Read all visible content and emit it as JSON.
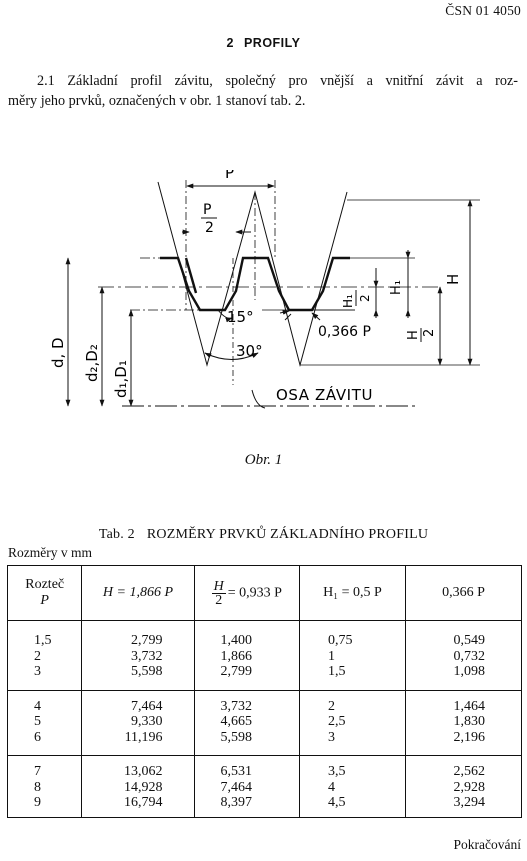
{
  "header": {
    "standard_number": "ČSN 01 4050"
  },
  "section": {
    "number": "2",
    "title": "PROFILY"
  },
  "paragraph": {
    "line1": "2.1 Základní profil závitu, společný pro vnější a vnitřní závit a roz-",
    "line2": "měry jeho prvků, označených v obr. 1 stanoví tab. 2."
  },
  "figure": {
    "labels": {
      "pitch": "P",
      "half_pitch_num": "P",
      "half_pitch_den": "2",
      "height": "H",
      "h1": "H₁",
      "h1_half_num": "H₁",
      "h1_half_den": "2",
      "h_half_num": "H",
      "h_half_den": "2",
      "angle_15": "15°",
      "angle_30": "30°",
      "root_width": "0,366 P",
      "thread_axis": "OSA ZÁVITU",
      "d_major": "d, D",
      "d_pitch": "d₂,D₂",
      "d_minor": "d₁,D₁"
    },
    "caption": "Obr. 1"
  },
  "table": {
    "number": "Tab. 2",
    "title": "ROZMĚRY PRVKŮ ZÁKLADNÍHO PROFILU",
    "units": "Rozměry v mm",
    "headers": {
      "pitch_line1": "Rozteč",
      "pitch_line2": "P",
      "H": "H = 1,866 P",
      "H_half_num": "H",
      "H_half_den": "2",
      "H_half_value": "= 0,933 P",
      "H1": "H₁ = 0,5 P",
      "k": "0,366 P"
    },
    "groups": [
      {
        "pitch": [
          "1,5",
          "2",
          "3"
        ],
        "H": [
          "2,799",
          "3,732",
          "5,598"
        ],
        "H_half": [
          "1,400",
          "1,866",
          "2,799"
        ],
        "H1": [
          "0,75",
          "1",
          "1,5"
        ],
        "k": [
          "0,549",
          "0,732",
          "1,098"
        ]
      },
      {
        "pitch": [
          "4",
          "5",
          "6"
        ],
        "H": [
          "7,464",
          "9,330",
          "11,196"
        ],
        "H_half": [
          "3,732",
          "4,665",
          "5,598"
        ],
        "H1": [
          "2",
          "2,5",
          "3"
        ],
        "k": [
          "1,464",
          "1,830",
          "2,196"
        ]
      },
      {
        "pitch": [
          "7",
          "8",
          "9"
        ],
        "H": [
          "13,062",
          "14,928",
          "16,794"
        ],
        "H_half": [
          "6,531",
          "7,464",
          "8,397"
        ],
        "H1": [
          "3,5",
          "4",
          "4,5"
        ],
        "k": [
          "2,562",
          "2,928",
          "3,294"
        ]
      }
    ]
  },
  "footer": {
    "continued": "Pokračování"
  }
}
